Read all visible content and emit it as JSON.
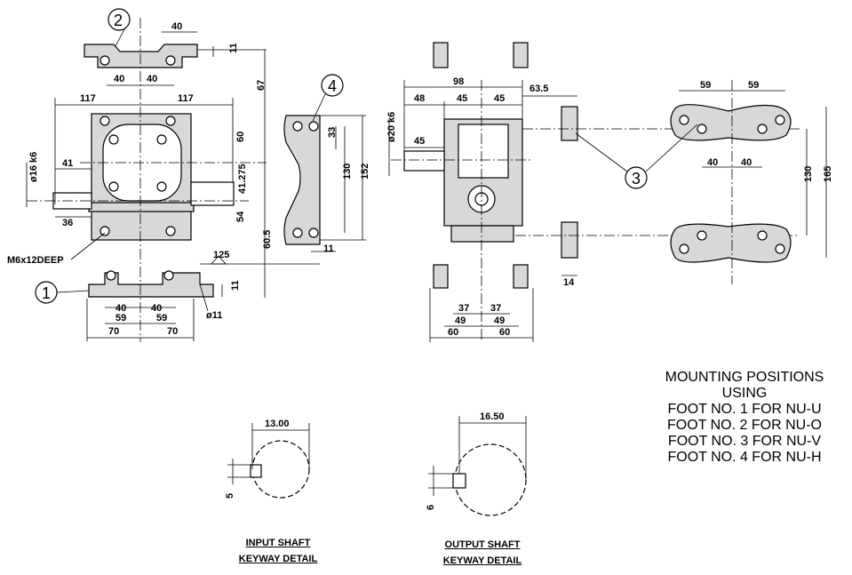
{
  "notes": {
    "lines": [
      "MOUNTING POSITIONS",
      "USING",
      "FOOT NO. 1 FOR NU-U",
      "FOOT NO. 2 FOR NU-O",
      "FOOT NO. 3 FOR NU-V",
      "FOOT NO. 4 FOR NU-H"
    ]
  },
  "captions": {
    "input": [
      "INPUT SHAFT",
      "KEYWAY DETAIL"
    ],
    "output": [
      "OUTPUT SHAFT",
      "KEYWAY DETAIL"
    ]
  },
  "balloons": {
    "b1": "1",
    "b2": "2",
    "b3": "3",
    "b4": "4"
  },
  "front": {
    "top_40": "40",
    "top_11": "11",
    "top_40a": "40",
    "top_40b": "40",
    "w117a": "117",
    "w117b": "117",
    "h67": "67",
    "h60": "60",
    "h41275": "41.275",
    "h54": "54",
    "h605": "60.5",
    "dia16": "ø16 k6",
    "d41": "41",
    "d36": "36",
    "thread": "M6x12DEEP",
    "d125": "125",
    "b40a": "40",
    "b40b": "40",
    "b59a": "59",
    "b59b": "59",
    "b70a": "70",
    "b70b": "70",
    "b11": "11",
    "bdia11": "ø11"
  },
  "side4": {
    "h33": "33",
    "h130": "130",
    "h152": "152",
    "w11": "11"
  },
  "right": {
    "d98": "98",
    "d48": "48",
    "d45a": "45",
    "d45b": "45",
    "d635": "63.5",
    "dia20": "ø20 k6",
    "d45c": "45",
    "b37a": "37",
    "b37b": "37",
    "b49a": "49",
    "b49b": "49",
    "b60a": "60",
    "b60b": "60",
    "d14": "14"
  },
  "foot3": {
    "t59a": "59",
    "t59b": "59",
    "m40a": "40",
    "m40b": "40",
    "h130": "130",
    "h165": "165"
  },
  "keyway": {
    "in_w": "13.00",
    "in_k": "5",
    "out_w": "16.50",
    "out_k": "6"
  }
}
